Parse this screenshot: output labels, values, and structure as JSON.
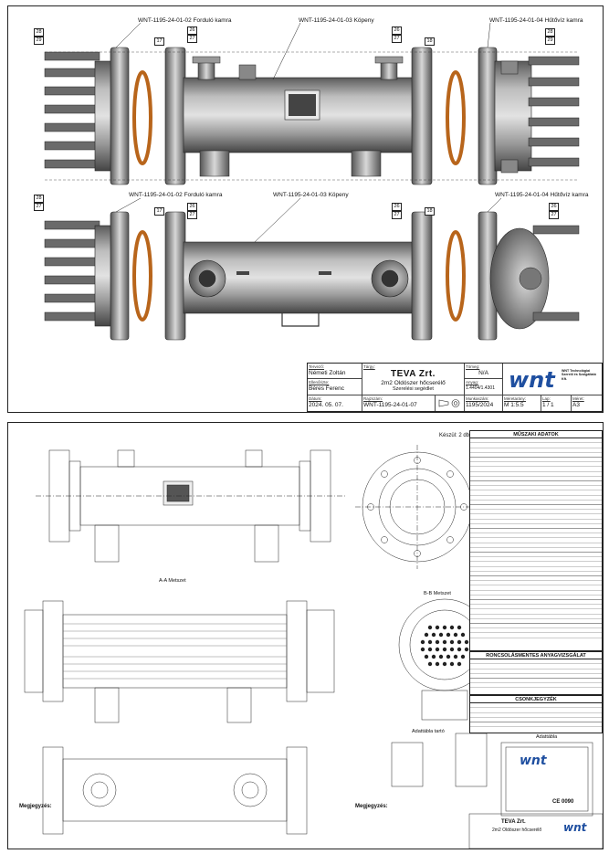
{
  "sheet1": {
    "callouts_top": {
      "left": "WNT-1195-24-01-02 Forduló kamra",
      "center": "WNT-1195-24-01-03 Köpeny",
      "right": "WNT-1195-24-01-04 Hűtővíz kamra"
    },
    "callouts_bottom": {
      "left": "WNT-1195-24-01-02 Forduló kamra",
      "center": "WNT-1195-24-01-03 Köpeny",
      "right": "WNT-1195-24-01-04 Hűtővíz kamra"
    },
    "bubbles": [
      "28",
      "29",
      "17",
      "26",
      "27",
      "26",
      "27",
      "18",
      "28",
      "29"
    ],
    "bubbles_bottom": [
      "28",
      "27",
      "17",
      "26",
      "27",
      "26",
      "27",
      "18",
      "26",
      "27"
    ],
    "title_block": {
      "designer_caption": "Tervező:",
      "designer": "Németi Zoltán",
      "checker_caption": "Ellenőrizte:",
      "checker": "Béres Ferenc",
      "subject_caption": "Tárgy:",
      "company": "TEVA Zrt.",
      "subject": "2m2 Oldószer hőcserélő",
      "subtitle": "Szerelési segédlet",
      "mass_caption": "Tömeg:",
      "mass": "N/A",
      "material_caption": "Anyag:",
      "material": "1.4404/1.4301",
      "date_caption": "Dátum:",
      "date": "2024. 05. 07.",
      "drawing_caption": "Rajzszám:",
      "drawing_no": "WNT-1195-24-01-07",
      "job_caption": "Munkaszám:",
      "job_no": "1195/2024",
      "scale_caption": "Méretarány:",
      "scale": "M 1:5.5",
      "sheet_caption": "Lap:",
      "sheet": "1 / 1",
      "size_caption": "Méret:",
      "size": "A3",
      "logo": "wnt",
      "firm": "WNT Technológiai Szerelő és Szolgáltató Kft."
    }
  },
  "sheet2": {
    "qty": "Készül: 2 db",
    "section_aa": "A-A Metszet",
    "section_bb": "B-B Metszet",
    "nameplate_holder": "Adattábla tartó",
    "nameplate": "Adattábla",
    "notes_title": "Megjegyzés:",
    "tech_title": "MŰSZAKI ADATOK",
    "material_title": "RONCSOLÁSMENTES ANYAGVIZSGÁLAT",
    "nozzle_title": "CSONKJEGYZÉK",
    "ce": "CE 0090",
    "title_block": {
      "company": "TEVA Zrt.",
      "subject": "2m2 Oldószer hőcserélő",
      "logo": "wnt"
    }
  }
}
